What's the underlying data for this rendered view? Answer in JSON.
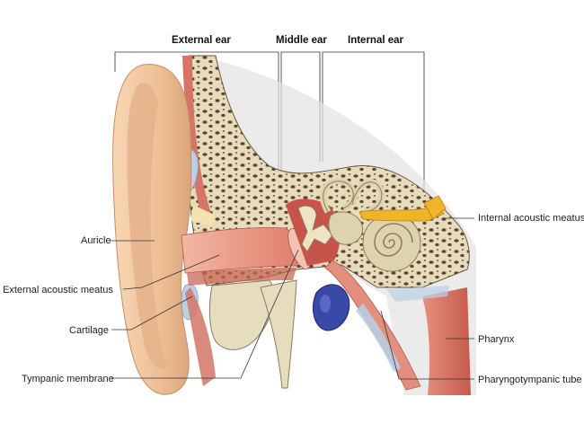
{
  "headers": {
    "external_ear": "External ear",
    "middle_ear": "Middle ear",
    "internal_ear": "Internal ear"
  },
  "labels": {
    "auricle": "Auricle",
    "external_acoustic_meatus": "External acoustic meatus",
    "cartilage": "Cartilage",
    "tympanic_membrane": "Tympanic membrane",
    "internal_acoustic_meatus": "Internal acoustic meatus",
    "pharynx": "Pharynx",
    "pharyngotympanic_tube": "Pharyngotympanic tube"
  },
  "colors": {
    "skin": "#f1c9a3",
    "skin_shadow": "#d9a57c",
    "bone": "#e9e1c3",
    "bone_pores": "#4a3a2c",
    "cartilage": "#b9d0e6",
    "muscle": "#d96b5a",
    "mucosa": "#e48f7e",
    "nerve": "#f0b429",
    "vein": "#3949a8",
    "cochlea": "#ddd3ae"
  }
}
